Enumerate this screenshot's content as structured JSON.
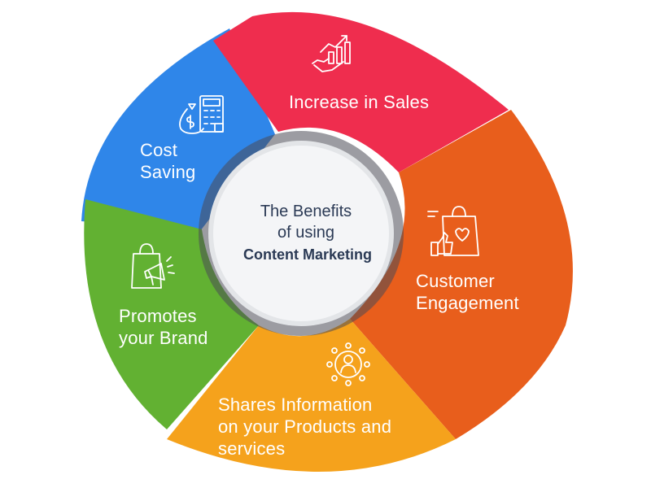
{
  "center": {
    "line1": "The Benefits",
    "line2": "of using",
    "line3": "Content Marketing"
  },
  "segments": [
    {
      "id": "sales",
      "lines": [
        "Increase in Sales"
      ],
      "color": "#ef2d4e",
      "icon": "growth-hand-icon"
    },
    {
      "id": "engagement",
      "lines": [
        "Customer",
        "Engagement"
      ],
      "color": "#e85e1c",
      "icon": "shopping-bag-like-icon"
    },
    {
      "id": "information",
      "lines": [
        "Shares Information",
        "on your Products and",
        "services"
      ],
      "color": "#f5a21c",
      "icon": "network-user-icon"
    },
    {
      "id": "brand",
      "lines": [
        "Promotes",
        "your Brand"
      ],
      "color": "#62b132",
      "icon": "bag-megaphone-icon"
    },
    {
      "id": "cost",
      "lines": [
        "Cost",
        "Saving"
      ],
      "color": "#2f86e9",
      "icon": "money-calculator-icon"
    }
  ],
  "colors": {
    "ring_dark": "#4a4a55",
    "center_fill": "#f4f5f7",
    "center_text": "#2b3a55"
  }
}
